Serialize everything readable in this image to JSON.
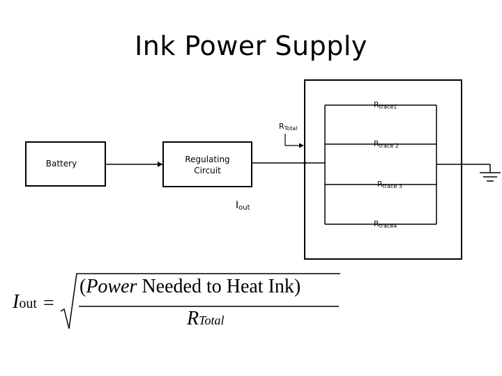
{
  "title": "Ink Power Supply",
  "blocks": {
    "battery": "Battery",
    "regulating_line1": "Regulating",
    "regulating_line2": "Circuit"
  },
  "labels": {
    "r_total_main": "R",
    "r_total_sub": "Total",
    "i_out_main": "I",
    "i_out_sub": "out",
    "r_main": "R",
    "resistors": [
      "trace1",
      "trace 2",
      "trace 3",
      "trace4"
    ]
  },
  "formula": {
    "lhs_main": "I",
    "lhs_sub": "out",
    "equals": "=",
    "numerator": "(Power Needed to Heat Ink)",
    "numerator_italic": "Power",
    "numerator_rest": " Needed to Heat Ink)",
    "numerator_open": "(",
    "denominator_main": "R",
    "denominator_sub": "Total"
  }
}
